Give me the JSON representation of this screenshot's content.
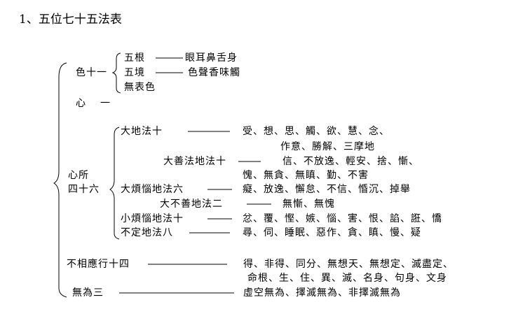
{
  "title": "1、五位七十五法表",
  "rupa": {
    "label": "色十一",
    "items": [
      {
        "label": "五根",
        "detail": "眼耳鼻舌身"
      },
      {
        "label": "五境",
        "detail": "色聲香味觸"
      },
      {
        "label": "無表色"
      }
    ]
  },
  "citta": {
    "label": "心",
    "count": "一"
  },
  "caitasika": {
    "label_line1": "心所",
    "label_line2": "四十六",
    "groups": [
      {
        "label": "大地法十",
        "detail": "受、想、思、觸、欲、慧、念、",
        "detail2": "作意、勝解、三摩地"
      },
      {
        "label": "大善法地法十",
        "detail": "信、不放逸、輕安、捨、慚、",
        "detail2": "愧、無貪、無瞋、勤、不害"
      },
      {
        "label": "大煩惱地法六",
        "detail": "癡、放逸、懈怠、不信、惛沉、掉舉"
      },
      {
        "label": "大不善地法二",
        "detail": "無慚、無愧"
      },
      {
        "label": "小煩惱地法十",
        "detail": "忿、覆、慳、嫉、惱、害、恨、諂、誑、憍"
      },
      {
        "label": "不定地法八",
        "detail": "尋、伺、睡眠、惡作、貪、瞋、慢、疑"
      }
    ]
  },
  "viprayukta": {
    "label": "不相應行十四",
    "detail": "得、非得、同分、無想天、無想定、滅盡定、",
    "detail2": "命根、生、住、異、滅、名身、句身、文身"
  },
  "asamskrta": {
    "label": "無為三",
    "detail": "虛空無為、擇滅無為、非擇滅無為"
  }
}
